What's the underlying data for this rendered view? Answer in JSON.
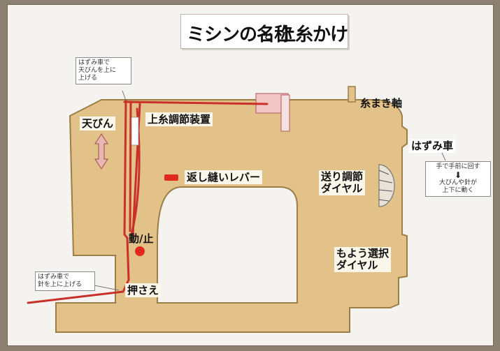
{
  "title": {
    "main": "ミシンの名称",
    "connector": "と",
    "sub": "上糸かけ"
  },
  "labels": {
    "tenbin": "天びん",
    "tension": "上糸調節装置",
    "bobbin_winder": "糸まき軸",
    "handwheel": "はずみ車",
    "reverse_lever": "返し縫いレバー",
    "feed_dial": "送り調節\nダイヤル",
    "pattern_dial": "もよう選択\nダイヤル",
    "presser_foot": "押さえ",
    "start_stop": "動/止"
  },
  "notes": {
    "top_note": "はずみ車で\n天びんを上に\n上げる",
    "bottom_note": "はずみ車で\n針を上に上げる",
    "hand_note_1": "手で手前に回す",
    "hand_note_2": "大びんや針が\n上下に動く"
  },
  "colors": {
    "board": "#f4f3ef",
    "machine_body": "#e2c288",
    "thread": "#c9302a"
  },
  "icons": {
    "tenbin_arrow": "double-vertical-arrow-icon",
    "reverse_lever": "red-lever-icon",
    "start_button": "red-stop-button-icon"
  }
}
